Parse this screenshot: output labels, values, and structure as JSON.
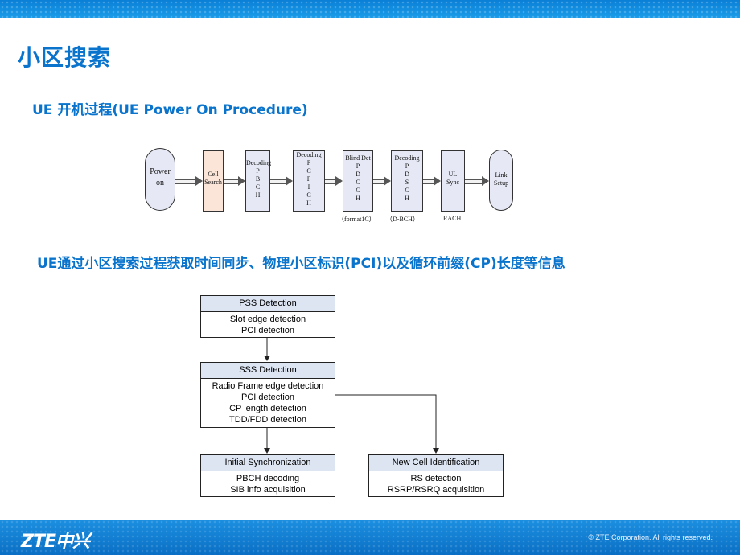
{
  "slide": {
    "title": "小区搜索",
    "subtitle": "UE 开机过程(UE Power On Procedure)",
    "subtitle2": "UE通过小区搜索过程获取时间同步、物理小区标识(PCI)以及循环前缀(CP)长度等信息"
  },
  "flow": {
    "power_on": [
      "Power",
      "on"
    ],
    "cell_search": [
      "Cell",
      "Search"
    ],
    "pbch": [
      "Decoding",
      "P",
      "B",
      "C",
      "H"
    ],
    "pcfich": [
      "Decoding",
      "P",
      "C",
      "F",
      "I",
      "C",
      "H"
    ],
    "pdcch": [
      "Blind Det",
      "P",
      "D",
      "C",
      "C",
      "H"
    ],
    "pdsch": [
      "Decoding",
      "P",
      "D",
      "S",
      "C",
      "H"
    ],
    "ul_sync": [
      "UL",
      "Sync"
    ],
    "link_setup": [
      "Link",
      "Setup"
    ],
    "label_pdcch": "（format1C）",
    "label_pdsch": "（D-BCH）",
    "label_rach": "RACH"
  },
  "chart": {
    "pss": {
      "header": "PSS Detection",
      "lines": [
        "Slot edge detection",
        "PCI detection"
      ]
    },
    "sss": {
      "header": "SSS Detection",
      "lines": [
        "Radio Frame edge detection",
        "PCI detection",
        "CP length detection",
        "TDD/FDD detection"
      ]
    },
    "init_sync": {
      "header": "Initial Synchronization",
      "lines": [
        "PBCH decoding",
        "SIB info acquisition"
      ]
    },
    "new_cell": {
      "header": "New Cell Identification",
      "lines": [
        "RS detection",
        "RSRP/RSRQ acquisition"
      ]
    }
  },
  "footer": {
    "logo": "ZTE中兴",
    "copyright": "© ZTE Corporation. All rights reserved."
  },
  "colors": {
    "accent": "#0a74cc",
    "header_fill": "#dde5f3"
  }
}
